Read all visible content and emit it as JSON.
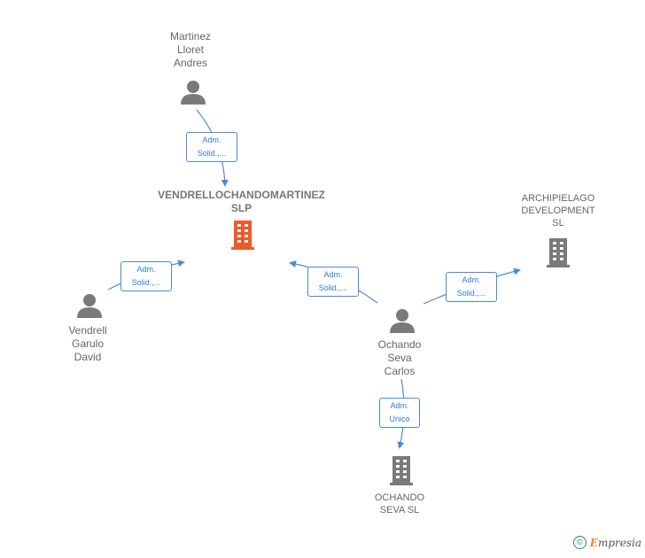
{
  "nodes": {
    "main_company": {
      "label": "VENDRELLOCHANDOMARTINEZ\nSLP",
      "icon": "building-icon",
      "color": "#f05a2a"
    },
    "archipielago": {
      "label": "ARCHIPIELAGO\nDEVELOPMENT\nSL",
      "icon": "building-icon",
      "color": "#7a7a7a"
    },
    "ochando_seva_sl": {
      "label": "OCHANDO\nSEVA  SL",
      "icon": "building-icon",
      "color": "#7a7a7a"
    },
    "martinez": {
      "label": "Martinez\nLloret\nAndres",
      "icon": "person-icon",
      "color": "#7a7a7a"
    },
    "vendrell": {
      "label": "Vendrell\nGarulo\nDavid",
      "icon": "person-icon",
      "color": "#7a7a7a"
    },
    "ochando_carlos": {
      "label": "Ochando\nSeva\nCarlos",
      "icon": "person-icon",
      "color": "#7a7a7a"
    }
  },
  "edges": {
    "martinez_main": "Adm.\nSolid.,...",
    "vendrell_main": "Adm.\nSolid.,...",
    "carlos_main": "Adm.\nSolid.,...",
    "carlos_archipielago": "Adm.\nSolid.,...",
    "carlos_ochando_sl": "Adm.\nUnico"
  },
  "colors": {
    "edge": "#4a8ad8",
    "edge_text": "#2f7bd6",
    "accent": "#f05a2a"
  },
  "footer": {
    "copyright": "©",
    "brand_first": "E",
    "brand_rest": "mpresia"
  }
}
